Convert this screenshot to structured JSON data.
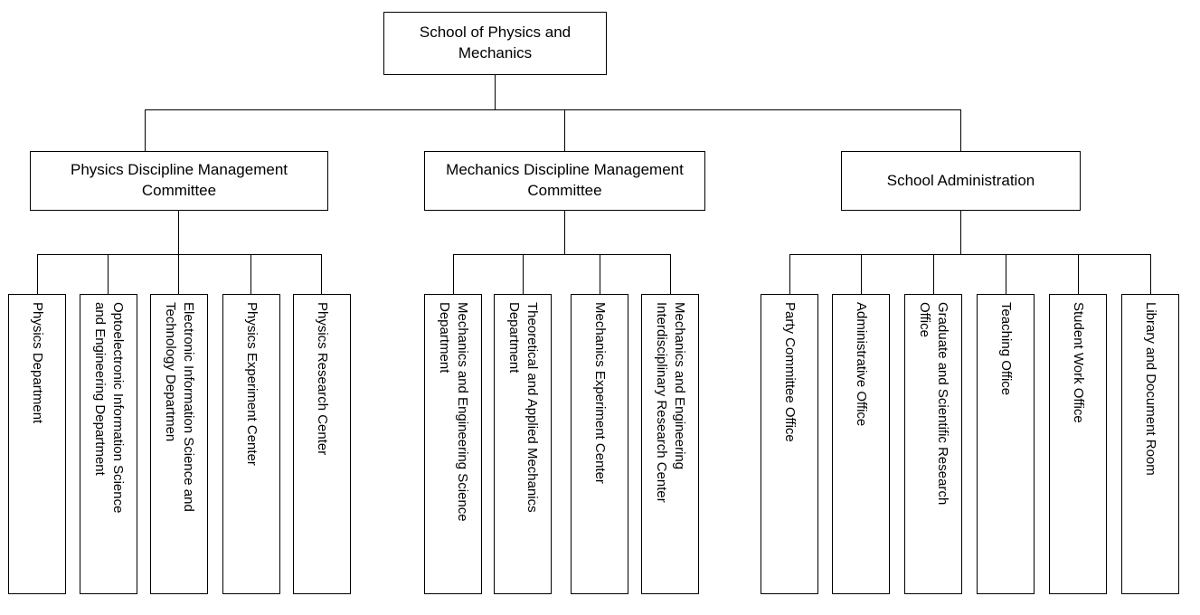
{
  "chart_data": {
    "type": "diagram",
    "title": "School of Physics and Mechanics Organization Chart",
    "orientation": "top-down org chart, leaf labels rotated 90 degrees clockwise",
    "levels": 3
  },
  "root": {
    "label": "School of Physics and Mechanics"
  },
  "branches": [
    {
      "id": "physics",
      "label": "Physics Discipline Management Committee",
      "children": [
        {
          "label": "Physics Department"
        },
        {
          "label": "Optoelectronic Information Science\nand Engineering Department"
        },
        {
          "label": "Electronic Information Science and\nTechnology Departmen"
        },
        {
          "label": "Physics Experiment Center"
        },
        {
          "label": "Physics Research Center"
        }
      ]
    },
    {
      "id": "mechanics",
      "label": "Mechanics Discipline Management Committee",
      "children": [
        {
          "label": "Mechanics and Engineering Science\nDepartment"
        },
        {
          "label": "Theoretical and Applied Mechanics\nDepartment"
        },
        {
          "label": "Mechanics Experiment Center"
        },
        {
          "label": "Mechanics and Engineering\nInterdisciplinary Research Center"
        }
      ]
    },
    {
      "id": "administration",
      "label": "School Administration",
      "children": [
        {
          "label": "Party Committee Office"
        },
        {
          "label": "Administrative Office"
        },
        {
          "label": "Graduate and Scientific Research\nOffice"
        },
        {
          "label": "Teaching Office"
        },
        {
          "label": "Student Work Office"
        },
        {
          "label": "Library and Document Room"
        }
      ]
    }
  ],
  "colors": {
    "line": "#000000",
    "box_border": "#000000",
    "box_fill": "#ffffff",
    "text": "#000000",
    "background": "#ffffff"
  }
}
